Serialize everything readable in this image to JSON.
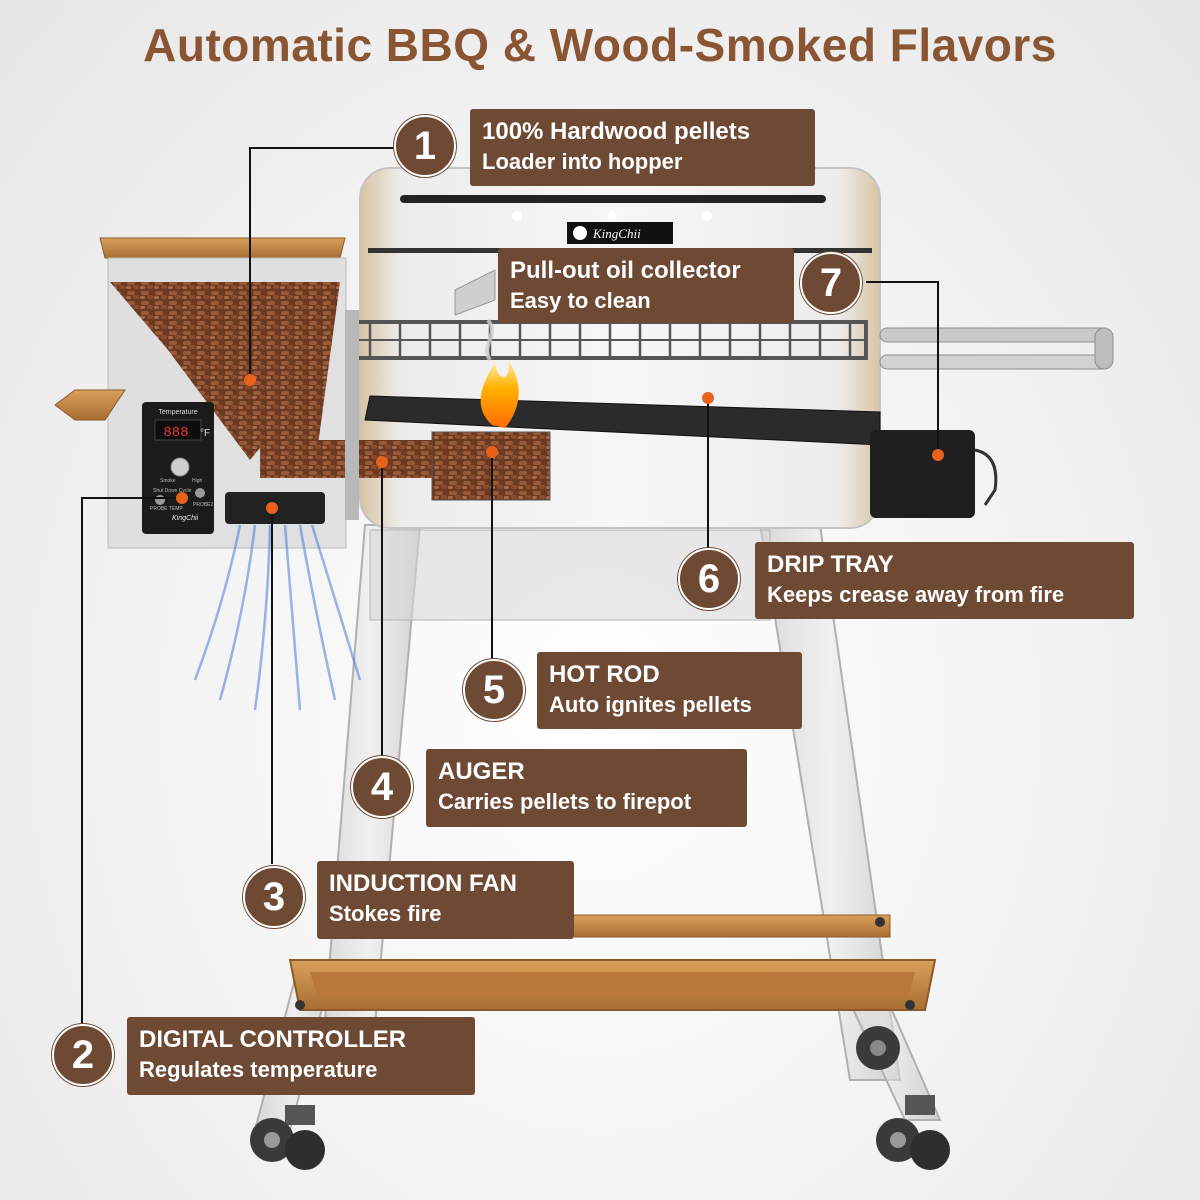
{
  "title": "Automatic BBQ & Wood-Smoked Flavors",
  "brand": "KingChii",
  "controller": {
    "header": "Temperature",
    "display": "888",
    "unit": "°F",
    "dial_labels": [
      "Smoke",
      "High"
    ],
    "buttons": [
      "Shut Down Cycle",
      "PROBE TEMP",
      "PROBE2"
    ]
  },
  "callouts": [
    {
      "number": "1",
      "heading": "100% Hardwood  pellets",
      "detail": "Loader into hopper"
    },
    {
      "number": "2",
      "heading": "DIGITAL CONTROLLER",
      "detail": "Regulates temperature"
    },
    {
      "number": "3",
      "heading": "INDUCTION FAN",
      "detail": "Stokes fire"
    },
    {
      "number": "4",
      "heading": "AUGER",
      "detail": "Carries pellets to firepot"
    },
    {
      "number": "5",
      "heading": "HOT ROD",
      "detail": "Auto ignites pellets"
    },
    {
      "number": "6",
      "heading": "DRIP TRAY",
      "detail": "Keeps crease away from fire"
    },
    {
      "number": "7",
      "heading": "Pull-out oil collector",
      "detail": "Easy to clean"
    }
  ],
  "colors": {
    "accent": "#6e4a34",
    "title": "#8a5533",
    "marker": "#e8621c",
    "copper": "#c98a45",
    "fan_air": "#4a7bd8"
  }
}
